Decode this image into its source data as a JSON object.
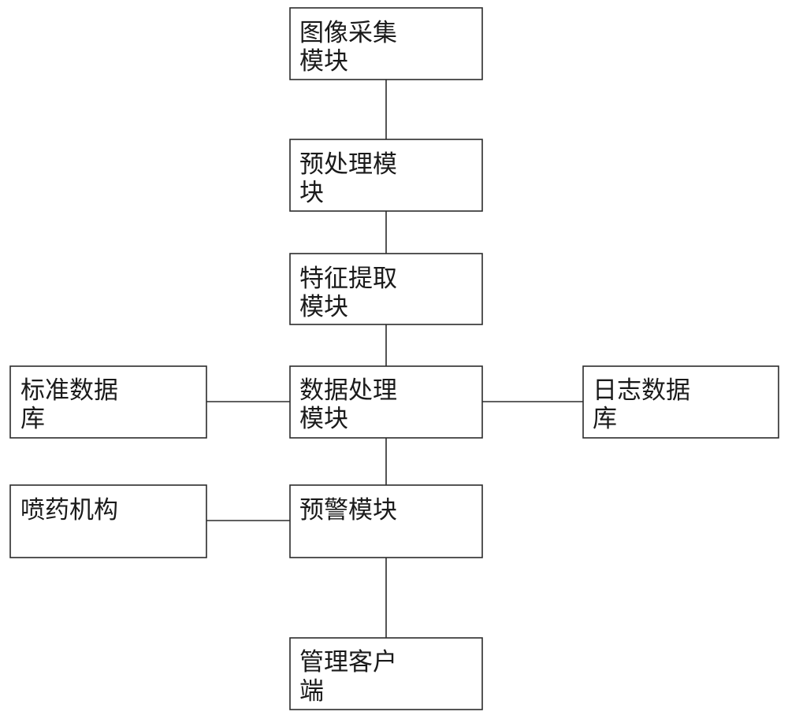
{
  "nodes": {
    "image_capture": {
      "line1": "图像采集",
      "line2": "模块"
    },
    "preprocess": {
      "line1": "预处理模",
      "line2": "块"
    },
    "feature_extract": {
      "line1": "特征提取",
      "line2": "模块"
    },
    "data_process": {
      "line1": "数据处理",
      "line2": "模块"
    },
    "standard_db": {
      "line1": "标准数据",
      "line2": "库"
    },
    "log_db": {
      "line1": "日志数据",
      "line2": "库"
    },
    "warning": {
      "line1": "预警模块"
    },
    "spray": {
      "line1": "喷药机构"
    },
    "client": {
      "line1": "管理客户",
      "line2": "端"
    }
  }
}
